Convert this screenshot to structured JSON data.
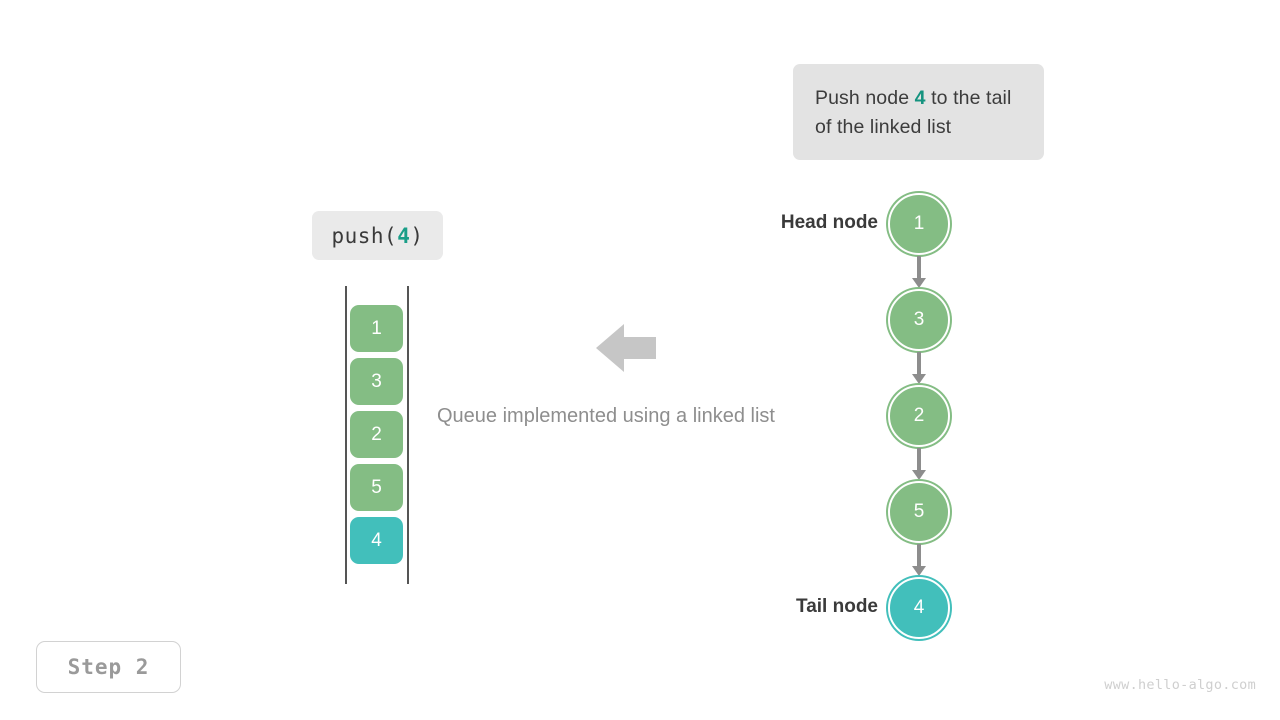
{
  "callout": {
    "text_before": "Push node ",
    "accent": "4",
    "text_after": " to the tail of the linked list"
  },
  "operation": {
    "label_before": "push(",
    "accent": "4",
    "label_after": ")"
  },
  "queue": {
    "cells": [
      {
        "value": "1",
        "color": "green"
      },
      {
        "value": "3",
        "color": "green"
      },
      {
        "value": "2",
        "color": "green"
      },
      {
        "value": "5",
        "color": "green"
      },
      {
        "value": "4",
        "color": "teal"
      }
    ]
  },
  "caption": "Queue implemented using a linked list",
  "linked_list": {
    "head_label": "Head node",
    "tail_label": "Tail node",
    "nodes": [
      {
        "value": "1",
        "color": "green"
      },
      {
        "value": "3",
        "color": "green"
      },
      {
        "value": "2",
        "color": "green"
      },
      {
        "value": "5",
        "color": "green"
      },
      {
        "value": "4",
        "color": "teal"
      }
    ]
  },
  "step_badge": "Step 2",
  "watermark": "www.hello-algo.com",
  "colors": {
    "green": "#84bd84",
    "teal": "#42bfbb",
    "accent_text": "#15937f",
    "arrow_gray": "#8d8d8d",
    "box_gray": "#e3e3e3"
  }
}
